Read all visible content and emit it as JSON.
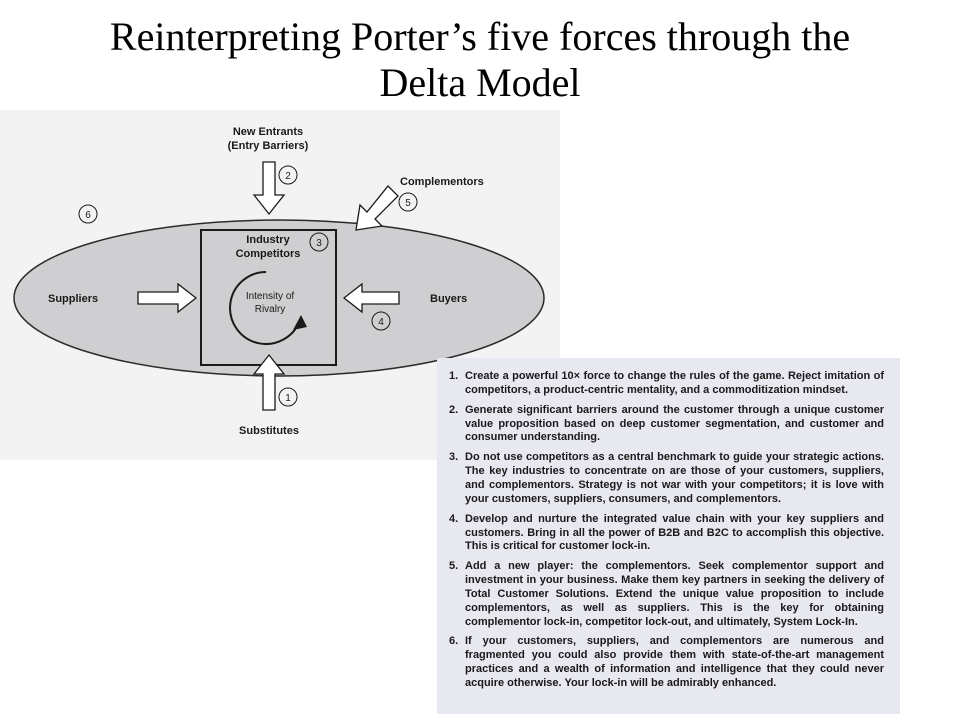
{
  "slide": {
    "title_line1": "Reinterpreting Porter’s five forces through the",
    "title_line2": "Delta Model"
  },
  "diagram": {
    "new_entrants": "New Entrants",
    "entry_barriers": "(Entry Barriers)",
    "complementors": "Complementors",
    "industry": "Industry",
    "competitors": "Competitors",
    "intensity_of": "Intensity of",
    "rivalry": "Rivalry",
    "suppliers": "Suppliers",
    "buyers": "Buyers",
    "substitutes": "Substitutes",
    "badges": [
      "1",
      "2",
      "3",
      "4",
      "5",
      "6"
    ]
  },
  "notes": {
    "items": [
      {
        "num": "1.",
        "text": "Create a powerful 10× force to change the rules of the game. Reject imitation of competitors, a product-centric mentality, and a commoditization mindset."
      },
      {
        "num": "2.",
        "text": "Generate significant barriers around the customer through a unique customer value proposition based on deep customer segmentation, and customer and consumer understanding."
      },
      {
        "num": "3.",
        "text": "Do not use competitors as a central benchmark to guide your strategic actions. The key industries to concentrate on are those of your customers, suppliers, and complementors. Strategy is not war with your competitors; it is love with your customers, suppliers, consumers, and complementors."
      },
      {
        "num": "4.",
        "text": "Develop and nurture the integrated value chain with your key suppliers and customers. Bring in all the power of B2B and B2C to accomplish this objective. This is critical for customer lock-in."
      },
      {
        "num": "5.",
        "text": "Add a new player: the complementors. Seek complementor support and investment in your business. Make them key partners in seeking the delivery of Total Customer Solutions. Extend the unique value proposition to include complementors, as well as suppliers. This is the key for obtaining complementor lock-in, competitor lock-out, and ultimately, System Lock-In."
      },
      {
        "num": "6.",
        "text": "If your customers, suppliers, and complementors are numerous and fragmented you could also provide them with state-of-the-art management practices and a wealth of information and intelligence that they could never acquire otherwise. Your lock-in will be admirably enhanced."
      }
    ]
  }
}
